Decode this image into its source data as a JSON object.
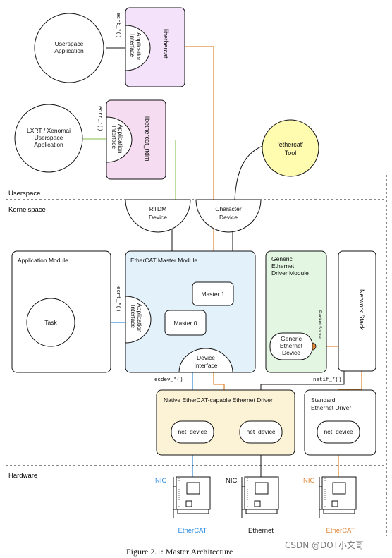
{
  "colors": {
    "pink_fill": "#f6dcf0",
    "purple_fill": "#f4e2fb",
    "blue_fill": "#e3f1fb",
    "green_fill": "#e2f6e2",
    "tan_fill": "#fcf2d6",
    "yellow_fill": "#fffcb0",
    "orange_line": "#e08a3c",
    "green_line": "#9ccc6a",
    "blue_line": "#3a8fd6",
    "nic_blue": "#2c8ce0",
    "nic_orange": "#e08a3c"
  },
  "zones": {
    "userspace": "Userspace",
    "kernelspace": "Kernelspace",
    "hardware": "Hardware"
  },
  "nodes": {
    "userspace_app": [
      "Userspace",
      "Application"
    ],
    "lxrt_app": [
      "LXRT / Xenomai",
      "Userspace",
      "Application"
    ],
    "libethercat": "libethercat",
    "libethercat_rtdm": "libethercat_rtdm",
    "app_interface_1": [
      "Application",
      "Interface"
    ],
    "app_interface_2": [
      "Application",
      "Interface"
    ],
    "app_interface_3": [
      "Application",
      "Interface"
    ],
    "ecrt_1": "ecrt_*()",
    "ecrt_2": "ecrt_*()",
    "ecrt_3": "ecrt_*()",
    "ethercat_tool": [
      "'ethercat'",
      "Tool"
    ],
    "rtdm_device": [
      "RTDM",
      "Device"
    ],
    "character_device": [
      "Character",
      "Device"
    ],
    "application_module": "Application Module",
    "task": "Task",
    "master_module": "EtherCAT Master Module",
    "master_1": "Master 1",
    "master_0": "Master 0",
    "device_interface": [
      "Device",
      "Interface"
    ],
    "generic_driver_module": [
      "Generic",
      "Ethernet",
      "Driver Module"
    ],
    "generic_device": [
      "Generic",
      "Ethernet",
      "Device"
    ],
    "packet_socket": "Packet Socket",
    "network_stack": "Network Stack",
    "ecdev": "ecdev_*()",
    "netif": "netif_*()",
    "native_driver": "Native EtherCAT-capable Ethernet Driver",
    "standard_driver": [
      "Standard",
      "Ethernet Driver"
    ],
    "net_device": "net_device"
  },
  "nics": [
    {
      "label": "NIC",
      "port": "EtherCAT",
      "color": "#2c8ce0"
    },
    {
      "label": "NIC",
      "port": "Ethernet",
      "color": "#111111"
    },
    {
      "label": "NIC",
      "port": "EtherCAT",
      "color": "#e08a3c"
    }
  ],
  "caption": "Figure 2.1: Master Architecture",
  "watermark": "CSDN @DOT小文哥"
}
